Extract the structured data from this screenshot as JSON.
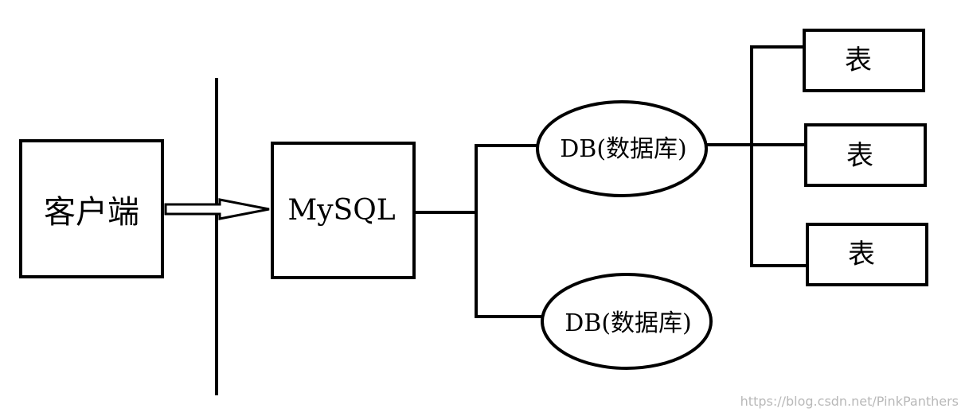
{
  "diagram": {
    "client_label": "客户端",
    "server_label": "MySQL",
    "databases": [
      {
        "label": "DB(数据库)"
      },
      {
        "label": "DB(数据库)"
      }
    ],
    "tables": [
      {
        "label": "表"
      },
      {
        "label": "表"
      },
      {
        "label": "表"
      }
    ],
    "watermark": "https://blog.csdn.net/PinkPanthers"
  }
}
